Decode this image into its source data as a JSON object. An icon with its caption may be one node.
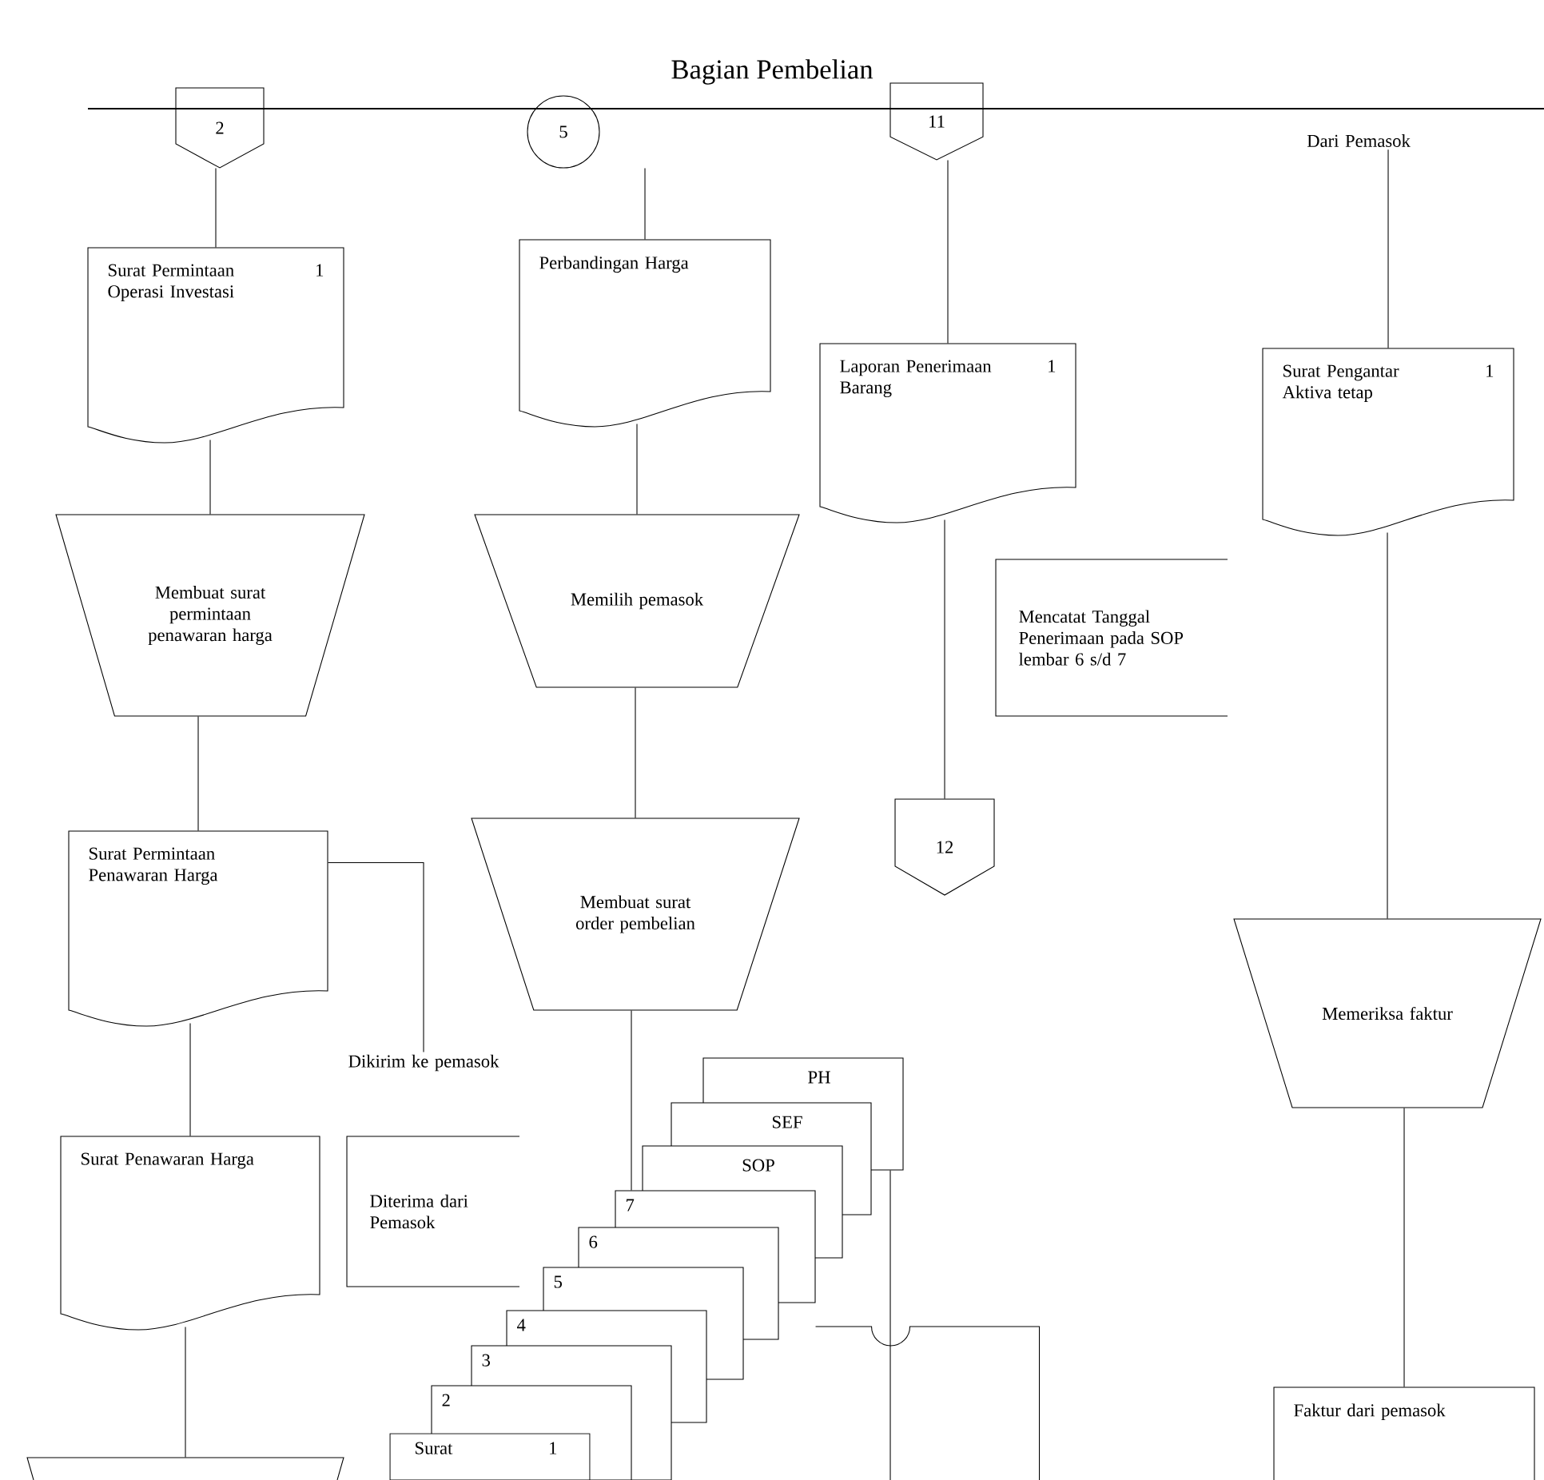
{
  "diagram": {
    "title": "Bagian Pembelian",
    "nodes": [
      {
        "text": [
          "2"
        ]
      },
      {
        "text": [
          "5"
        ]
      },
      {
        "text": [
          "11"
        ]
      },
      {
        "text": [
          "Dari Pemasok"
        ]
      },
      {
        "text": [
          "Surat Permintaan Operasi Investasi",
          "1"
        ]
      },
      {
        "text": [
          "Perbandingan Harga"
        ]
      },
      {
        "text": [
          "Laporan Penerimaan Barang",
          "1"
        ]
      },
      {
        "text": [
          "Surat Pengantar Aktiva tetap",
          "1"
        ]
      },
      {
        "text": [
          "Membuat surat permintaan penawaran harga"
        ]
      },
      {
        "text": [
          "Memilih pemasok"
        ]
      },
      {
        "text": [
          "Mencatat Tanggal Penerimaan pada SOP lembar 6 s/d 7"
        ]
      },
      {
        "text": [
          "Membuat surat order pembelian"
        ]
      },
      {
        "text": [
          "12"
        ]
      },
      {
        "text": [
          "Surat Permintaan Penawaran Harga"
        ]
      },
      {
        "text": [
          "Memeriksa faktur"
        ]
      },
      {
        "text": [
          "Dikirim ke pemasok"
        ]
      },
      {
        "text": [
          "PH"
        ]
      },
      {
        "text": [
          "SEF"
        ]
      },
      {
        "text": [
          "SOP"
        ]
      },
      {
        "text": [
          "7"
        ]
      },
      {
        "text": [
          "6"
        ]
      },
      {
        "text": [
          "5"
        ]
      },
      {
        "text": [
          "4"
        ]
      },
      {
        "text": [
          "3"
        ]
      },
      {
        "text": [
          "2"
        ]
      },
      {
        "text": [
          "Surat Penawaran Harga"
        ]
      },
      {
        "text": [
          "Diterima dari Pemasok"
        ]
      },
      {
        "text": [
          "Surat",
          "1"
        ]
      },
      {
        "text": [
          "Faktur dari pemasok"
        ]
      },
      {
        "text": [],
        "shape": "trapezoid"
      }
    ],
    "edges": [
      {
        "from": 0,
        "to": 4,
        "arrow": "none"
      },
      {
        "from": 4,
        "to": 8,
        "arrow": "none"
      },
      {
        "from": 8,
        "to": 13,
        "arrow": "none"
      },
      {
        "from": 13,
        "to": 15,
        "arrow": "none"
      },
      {
        "from": 13,
        "to": 25,
        "arrow": "none"
      },
      {
        "from": 25,
        "to": 29,
        "arrow": "none"
      },
      {
        "from": 1,
        "to": 5,
        "arrow": "none"
      },
      {
        "from": 5,
        "to": 9,
        "arrow": "none"
      },
      {
        "from": 9,
        "to": 11,
        "arrow": "none"
      },
      {
        "from": 11,
        "to": 19,
        "arrow": "none"
      },
      {
        "from": 2,
        "to": 6,
        "arrow": "none"
      },
      {
        "from": 6,
        "to": 12,
        "arrow": "none"
      },
      {
        "from": 3,
        "to": 7,
        "arrow": "none"
      },
      {
        "from": 7,
        "to": 14,
        "arrow": "none"
      },
      {
        "from": 14,
        "to": 28,
        "arrow": "none"
      },
      {
        "from": 16,
        "to": null,
        "arrow": "none"
      },
      {
        "from": 19,
        "to": null,
        "arrow": "none"
      }
    ]
  }
}
